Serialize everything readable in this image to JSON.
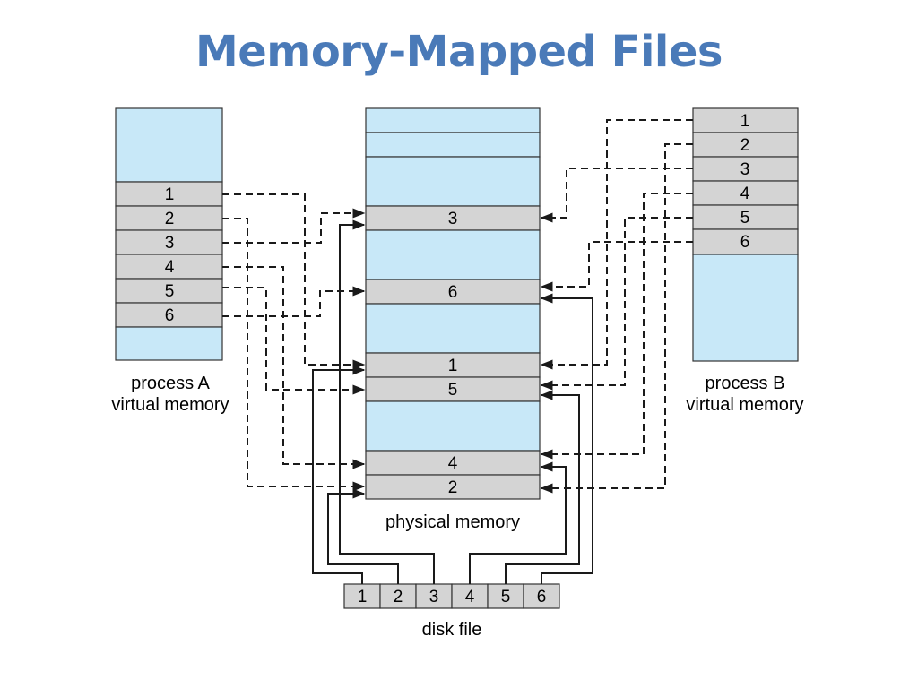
{
  "title": "Memory-Mapped Files",
  "colors": {
    "title": "#4a7ab8",
    "free_block": "#c8e8f8",
    "page_block": "#d4d4d4",
    "line": "#1a1a1a"
  },
  "process_a": {
    "label_line1": "process A",
    "label_line2": "virtual memory",
    "pages": [
      "1",
      "2",
      "3",
      "4",
      "5",
      "6"
    ]
  },
  "process_b": {
    "label_line1": "process B",
    "label_line2": "virtual memory",
    "pages": [
      "1",
      "2",
      "3",
      "4",
      "5",
      "6"
    ]
  },
  "physical_memory": {
    "label": "physical memory",
    "pages": [
      "3",
      "6",
      "1",
      "5",
      "4",
      "2"
    ]
  },
  "disk_file": {
    "label": "disk file",
    "blocks": [
      "1",
      "2",
      "3",
      "4",
      "5",
      "6"
    ]
  }
}
